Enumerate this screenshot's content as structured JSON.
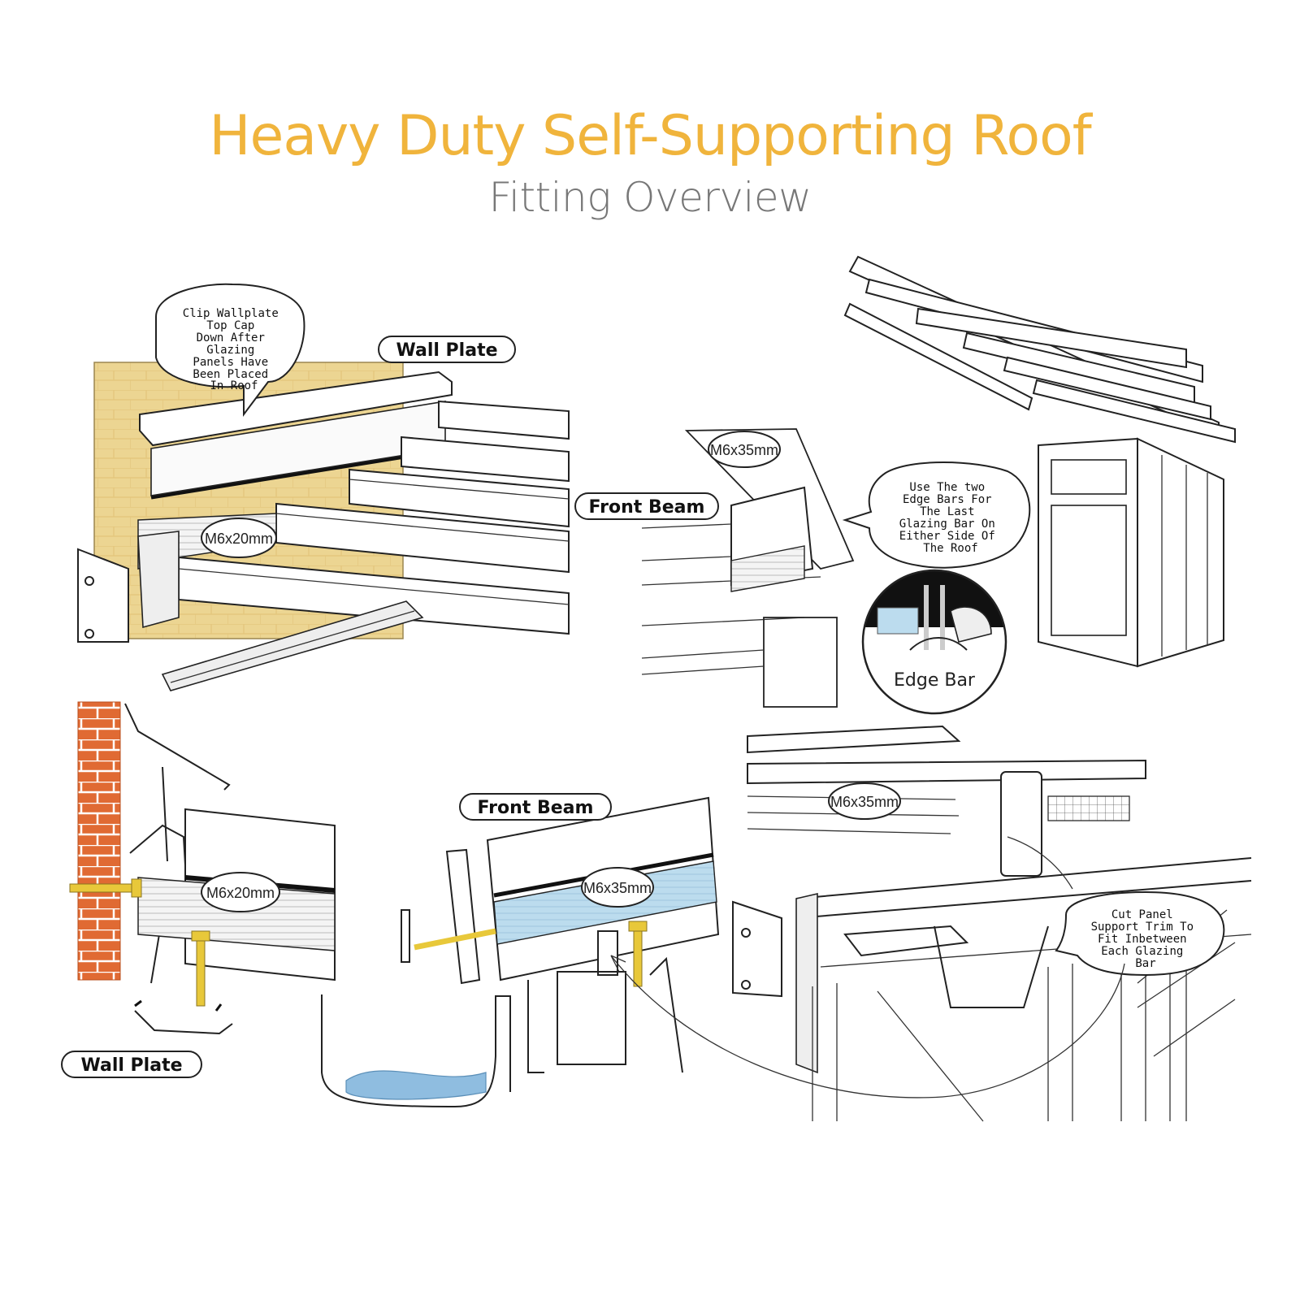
{
  "header": {
    "title": "Heavy Duty Self-Supporting Roof",
    "subtitle": "Fitting Overview"
  },
  "colors": {
    "title": "#f0b43c",
    "subtitle": "#777777",
    "brick": "#e06a33",
    "wall": "#ecd592",
    "screw": "#e8c83a",
    "water": "#8fbde0",
    "panel": "#bcdcee"
  },
  "labels": {
    "wall_plate_top": "Wall Plate",
    "front_beam_top": "Front Beam",
    "front_beam_bottom": "Front Beam",
    "wall_plate_bottom": "Wall Plate",
    "edge_bar": "Edge Bar"
  },
  "bubbles": {
    "clip_wallplate": [
      "Clip Wallplate",
      "Top Cap",
      "Down After",
      "Glazing",
      "Panels Have",
      "Been Placed",
      "In Roof"
    ],
    "edge_bars": [
      "Use The two",
      "Edge Bars For",
      "The Last",
      "Glazing Bar On",
      "Either Side Of",
      "The Roof"
    ],
    "cut_panel": [
      "Cut Panel",
      "Support Trim To",
      "Fit Inbetween",
      "Each Glazing",
      "Bar"
    ]
  },
  "screws": {
    "s1": "M6x20mm",
    "s2": "M6x35mm",
    "s3": "M6x20mm",
    "s4": "M6x35mm",
    "s5": "M6x35mm"
  }
}
